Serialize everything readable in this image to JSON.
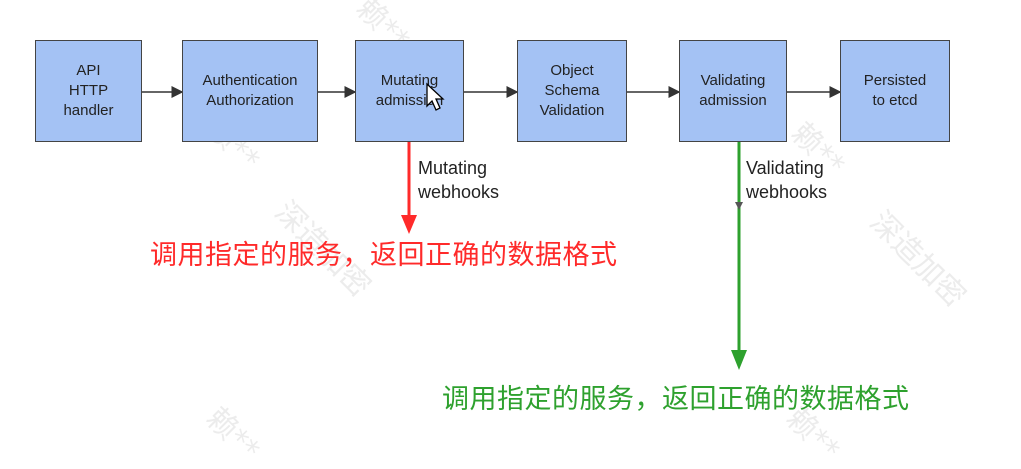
{
  "diagram": {
    "boxes": [
      {
        "id": "api-http-handler",
        "lines": [
          "API",
          "HTTP",
          "handler"
        ]
      },
      {
        "id": "authentication-authorization",
        "lines": [
          "Authentication",
          "Authorization"
        ]
      },
      {
        "id": "mutating-admission",
        "lines": [
          "Mutating",
          "admission"
        ]
      },
      {
        "id": "object-schema-validation",
        "lines": [
          "Object",
          "Schema",
          "Validation"
        ]
      },
      {
        "id": "validating-admission",
        "lines": [
          "Validating",
          "admission"
        ]
      },
      {
        "id": "persisted-to-etcd",
        "lines": [
          "Persisted",
          "to etcd"
        ]
      }
    ],
    "branch_labels": {
      "mutating": [
        "Mutating",
        "webhooks"
      ],
      "validating": [
        "Validating",
        "webhooks"
      ]
    },
    "annotations": {
      "red_text": "调用指定的服务，返回正确的数据格式",
      "green_text": "调用指定的服务，返回正确的数据格式",
      "red_color": "#ff2a2a",
      "green_color": "#2ea12e"
    },
    "watermarks": [
      "赖**",
      "深造加密",
      "赖**",
      "深造加密",
      "赖**",
      "赖**",
      "赖**"
    ],
    "colors": {
      "box_fill": "#a4c2f4",
      "box_border": "#444444"
    }
  }
}
